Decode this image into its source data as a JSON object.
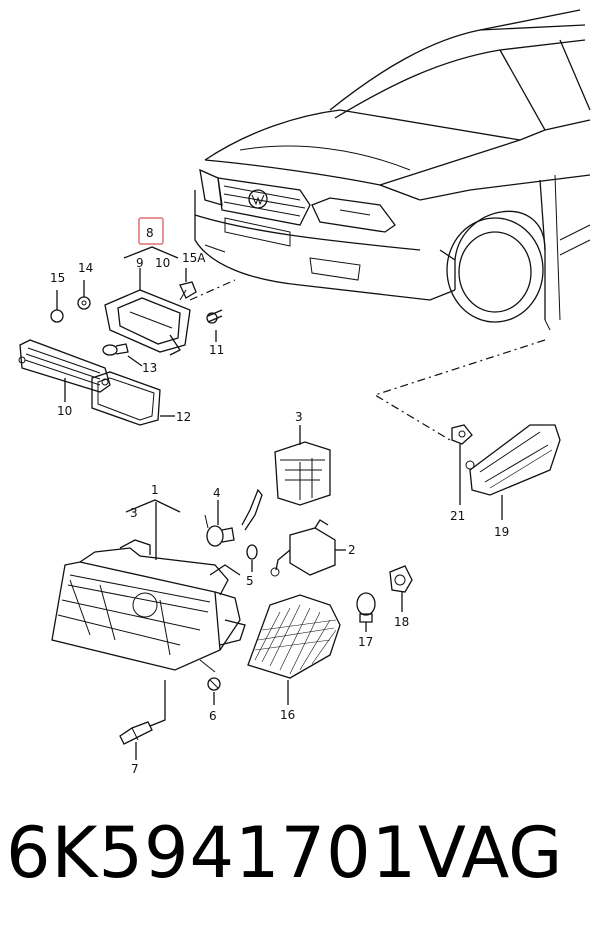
{
  "diagram": {
    "labels": {
      "p1": "1",
      "p2": "2",
      "p3a": "3",
      "p3b": "3",
      "p4": "4",
      "p5": "5",
      "p6": "6",
      "p7": "7",
      "p8": "8",
      "p9": "9",
      "p10a": "10",
      "p10b": "10",
      "p11": "11",
      "p12": "12",
      "p13": "13",
      "p14": "14",
      "p15": "15",
      "p15a": "15A",
      "p16": "16",
      "p17": "17",
      "p18": "18",
      "p19": "19",
      "p21": "21"
    },
    "highlight_color": "#e07070"
  },
  "footer": {
    "part_number": "6K5941701",
    "brand": "VAG"
  }
}
